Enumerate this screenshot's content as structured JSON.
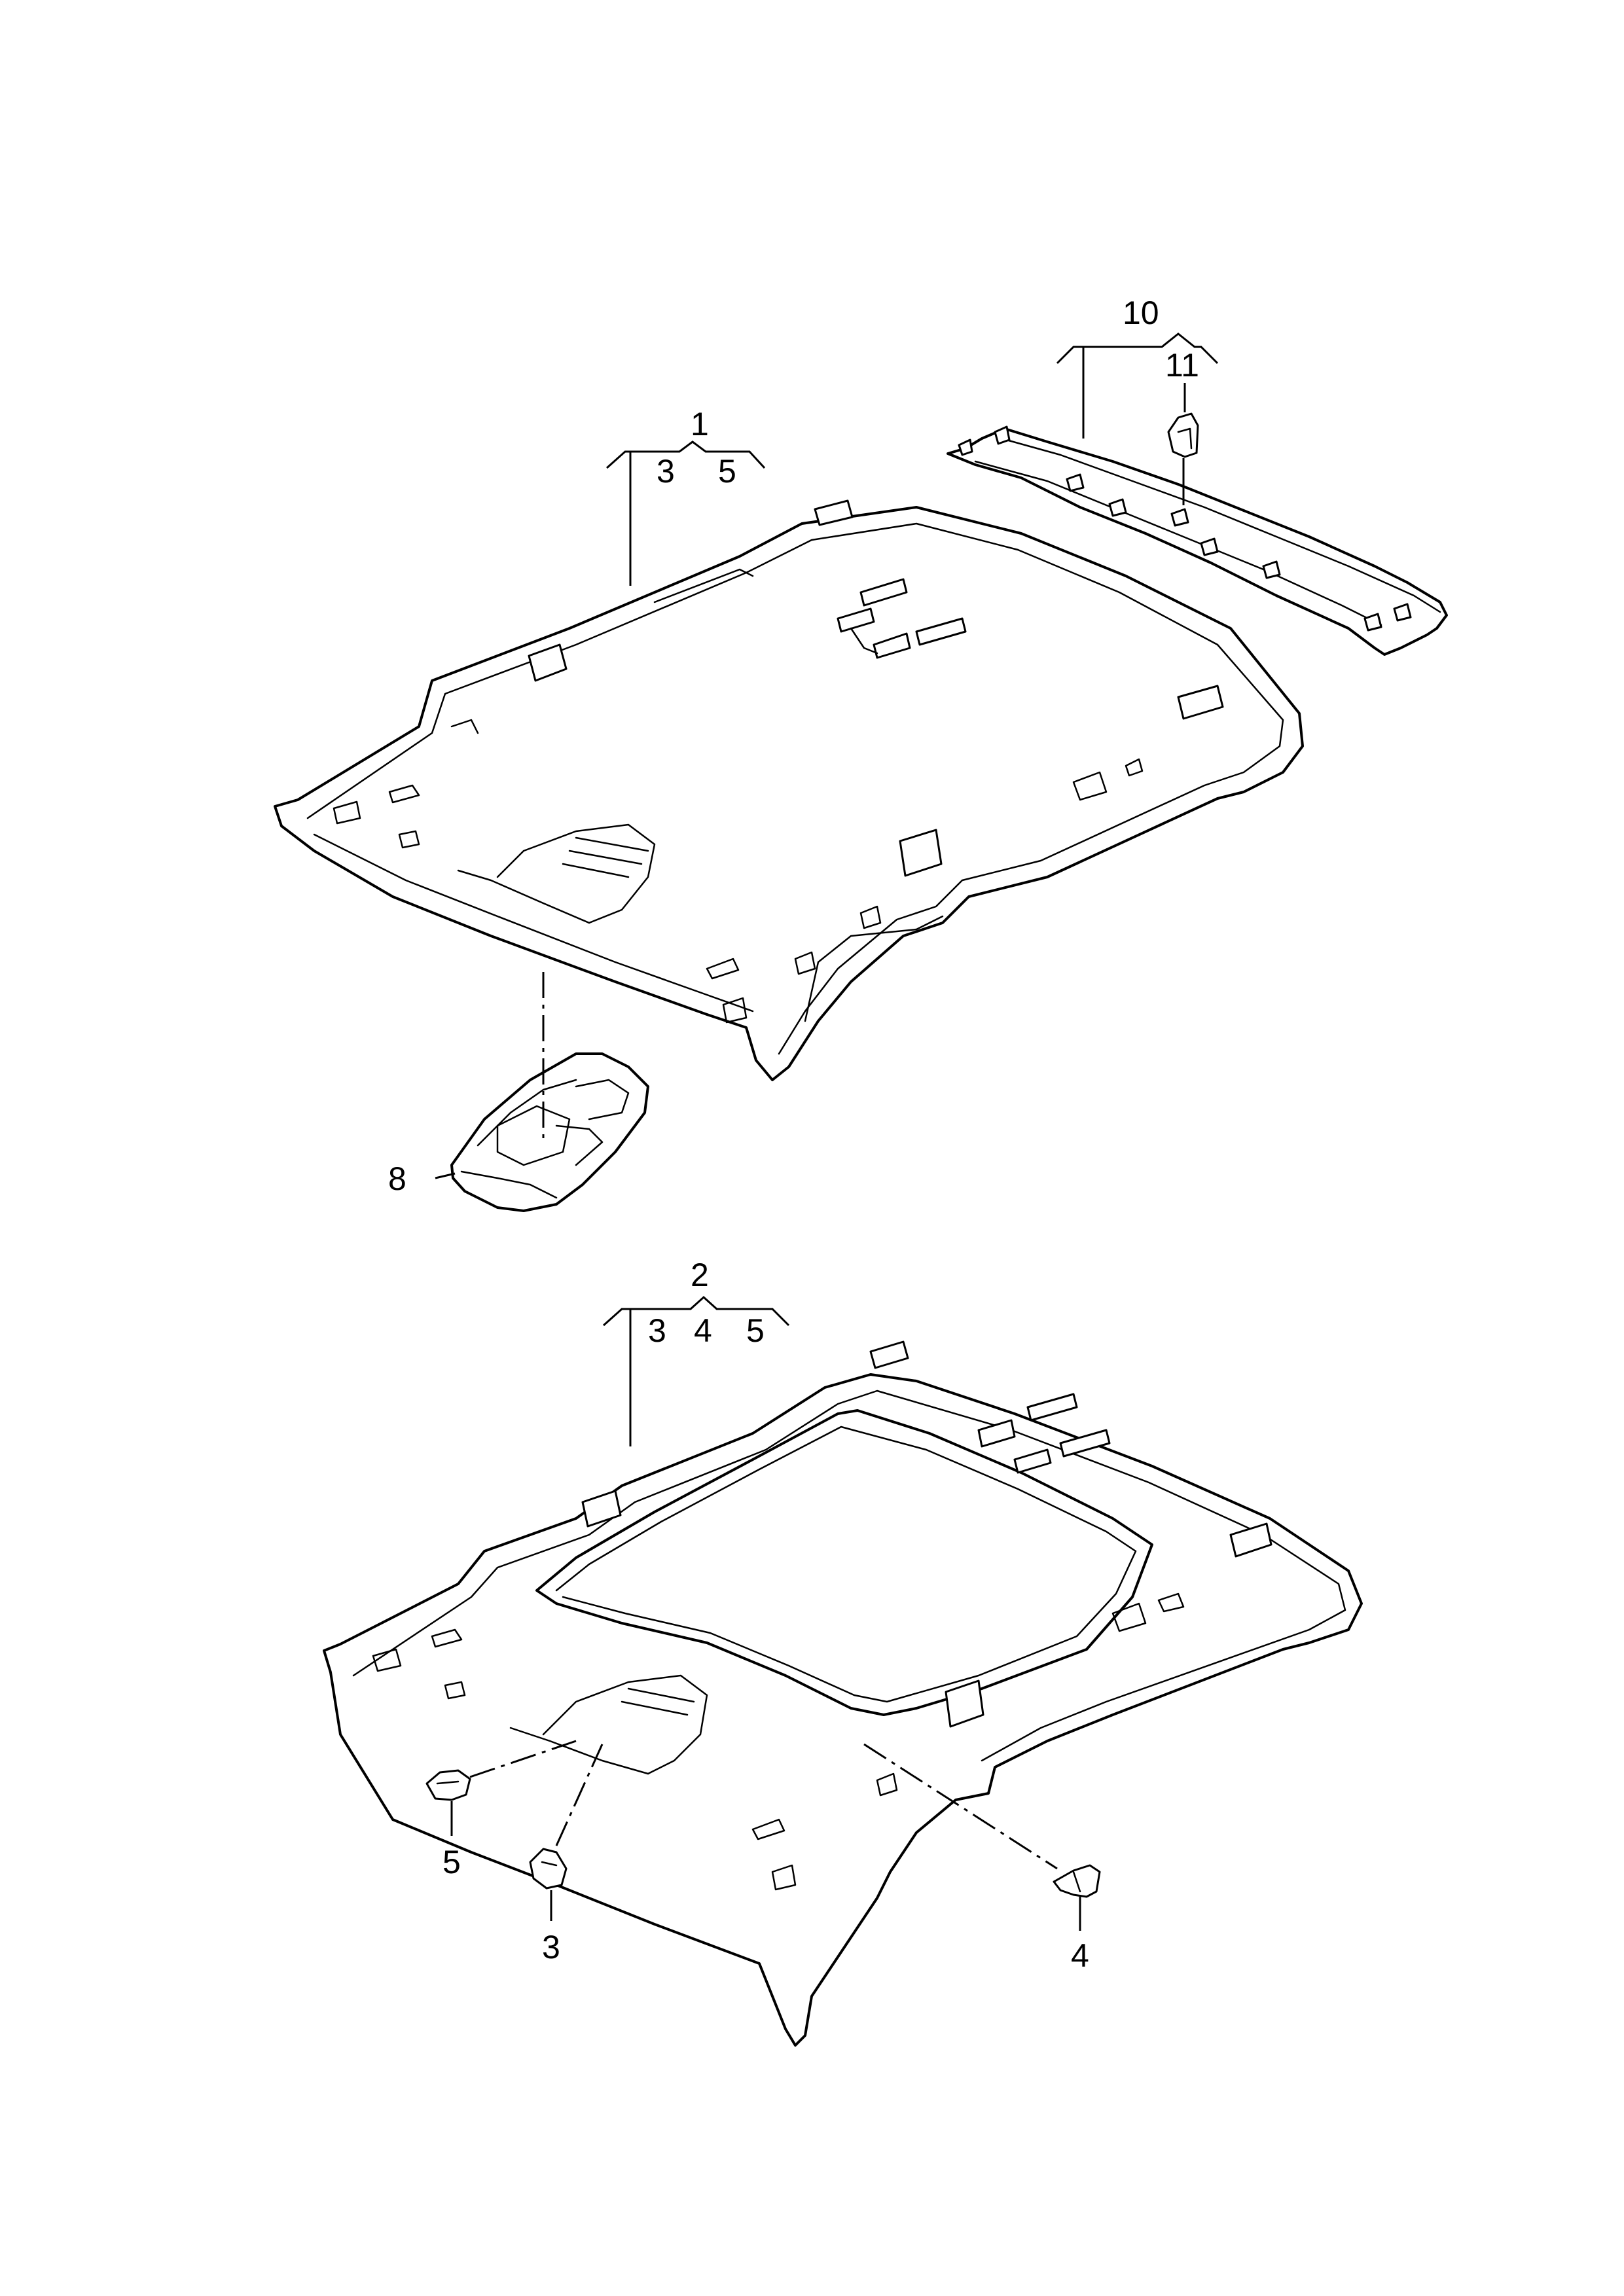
{
  "labels": {
    "ref_1": "1",
    "ref_1_sub_3": "3",
    "ref_1_sub_5": "5",
    "ref_2": "2",
    "ref_2_sub_3": "3",
    "ref_2_sub_4": "4",
    "ref_2_sub_5": "5",
    "ref_3": "3",
    "ref_4": "4",
    "ref_5": "5",
    "ref_8": "8",
    "ref_10": "10",
    "ref_11": "11"
  }
}
